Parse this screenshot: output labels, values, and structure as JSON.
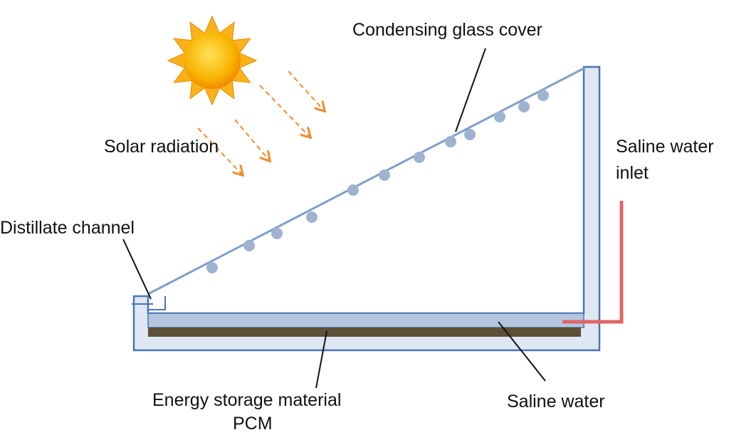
{
  "labels": {
    "glass_cover": "Condensing glass cover",
    "solar_radiation": "Solar radiation",
    "saline_inlet_line1": "Saline water",
    "saline_inlet_line2": "inlet",
    "distillate_channel": "Distillate channel",
    "pcm_line1": "Energy storage material",
    "pcm_line2": "PCM",
    "saline_water": "Saline water"
  },
  "colors": {
    "frame": "#4a74b4",
    "frame_fill": "#dfe7f2",
    "water": "#b4c6de",
    "pcm": "#5c5136",
    "droplet": "#9fb3d1",
    "inlet_pipe": "#e06666",
    "sun": "#f6a800",
    "radiation": "#f08c2a"
  }
}
